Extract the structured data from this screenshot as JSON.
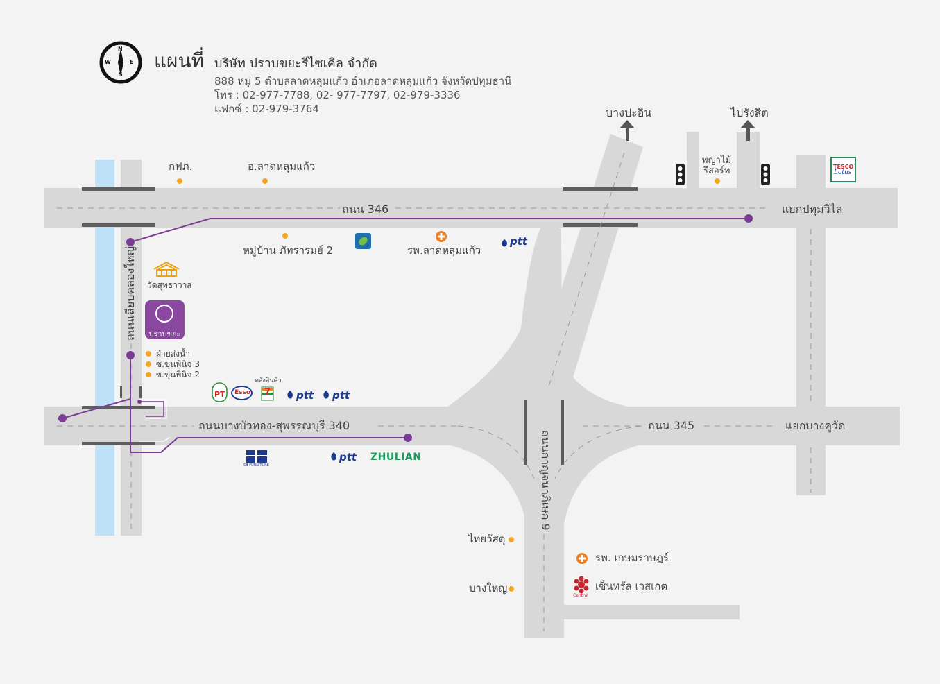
{
  "header": {
    "title": "แผนที่",
    "company": "บริษัท ปราบขยะรีไซเคิล จำกัด",
    "address": "888 หมู่ 5 ตำบลลาดหลุมแก้ว อำเภอลาดหลุมแก้ว จังหวัดปทุมธานี",
    "phone": "โทร : 02-977-7788, 02- 977-7797, 02-979-3336",
    "fax": "แฟกซ์ : 02-979-3764",
    "compass_letters": [
      "N",
      "E",
      "S",
      "W"
    ]
  },
  "directions": {
    "bang_pa_in": "บางปะอิน",
    "rangsit": "ไปรังสิต"
  },
  "roads": {
    "road_346": "ถนน 346",
    "road_340": "ถนนบางบัวทอง-สุพรรณบุรี  340",
    "road_345": "ถนน 345",
    "road_khlong_yai": "ถนนเลียบคลองใหญ่",
    "road_kanchanaphisek": "ถนนกาญจนาภิเษก 9",
    "junction_pathum_wilai": "แยกปทุมวิไล",
    "junction_bang_khu_wat": "แยกบางคูวัด"
  },
  "places": {
    "egat": "กฟภ.",
    "lat_lum_kaeo_district": "อ.ลาดหลุมแก้ว",
    "phraya_mai_resort_line1": "พญาไม้",
    "phraya_mai_resort_line2": "รีสอร์ท",
    "village": "หมู่บ้าน ภัทรารมย์ 2",
    "hospital_lat_lum_kaeo": "รพ.ลาดหลุมแก้ว",
    "wat": "วัดสุทธาวาส",
    "prabkaya": "ปราบขยะ",
    "water_dept": "ฝ่ายส่งน้ำ",
    "soi_3": "ซ.ขุนพินิจ 3",
    "soi_2": "ซ.ขุนพินิจ 2",
    "warehouse": "คลังสินค้า",
    "thai_watsadu": "ไทยวัสดุ",
    "bang_yai": "บางใหญ่",
    "kasemrad_hospital": "รพ. เกษมราษฎร์",
    "central_westgate": "เซ็นทรัล เวสเกต"
  },
  "logos": {
    "ptt": "ptt",
    "zhulian": "ZHULIAN",
    "esso": "Esso",
    "tesco_line1": "TESCO",
    "tesco_line2": "Lotus",
    "sb_caption": "SB FURNITURE",
    "central": "Central",
    "seven_eleven": "7"
  },
  "colors": {
    "background": "#f3f3f4",
    "road": "#d8d8d9",
    "canal": "#bfe1f7",
    "route": "#7b3d93",
    "poi_dot": "#f5a623",
    "hospital": "#f07f1e",
    "prabkaya_brand": "#8a47a0"
  }
}
